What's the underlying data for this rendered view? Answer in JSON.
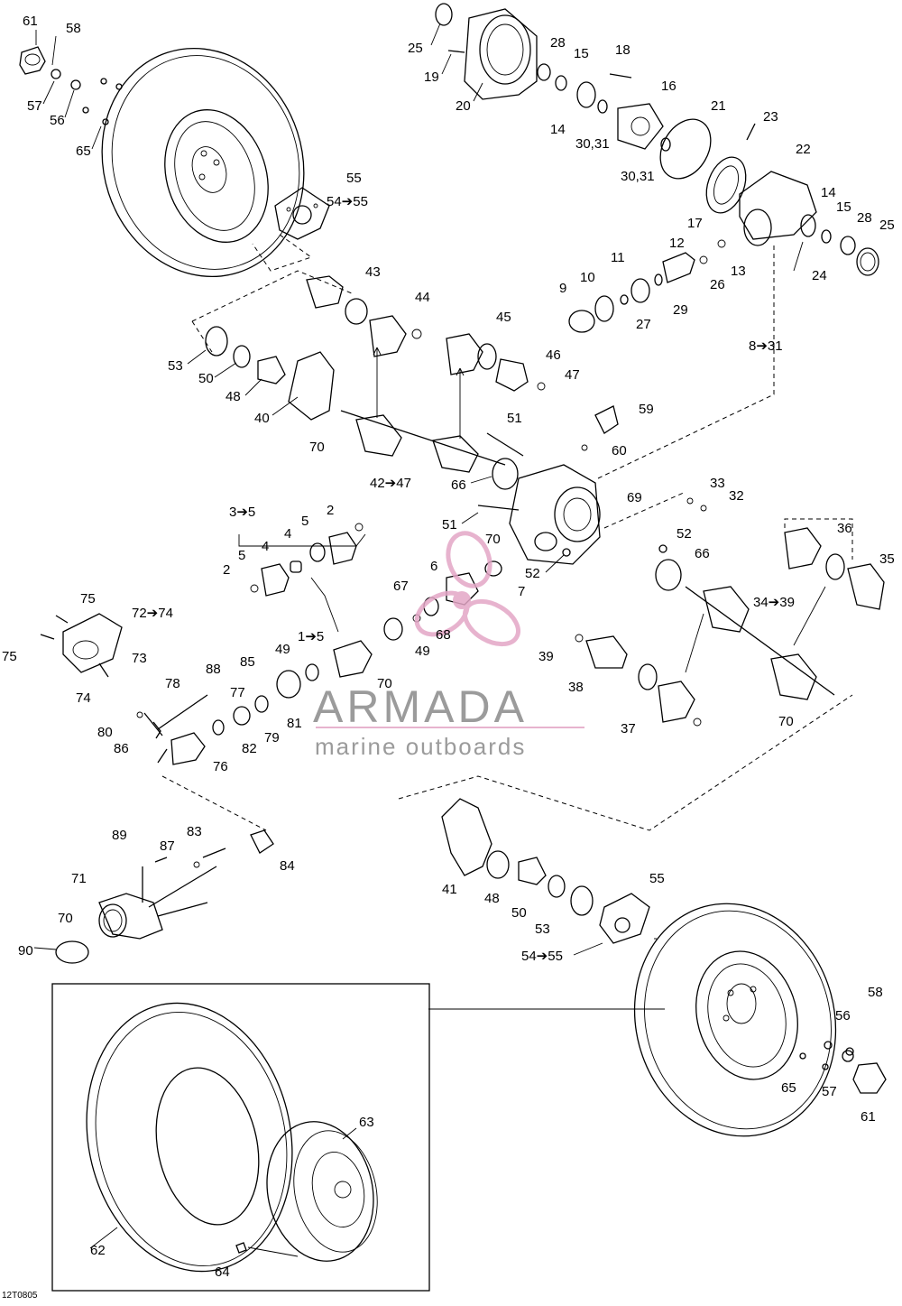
{
  "diagram": {
    "code": "12T0805",
    "watermark": {
      "brand": "ARMADA",
      "tagline": "marine outboards",
      "logo": "propeller-logo",
      "logo_color": "#e3a6c6",
      "text_color": "#8a8a8a"
    },
    "labels": {
      "l61a": "61",
      "l58a": "58",
      "l57a": "57",
      "l56a": "56",
      "l65a": "65",
      "l55a": "55",
      "l54a": "54➔55",
      "l25a": "25",
      "l19": "19",
      "l20": "20",
      "l28a": "28",
      "l15a": "15",
      "l14a": "14",
      "l3031a": "30,31",
      "l18": "18",
      "l16": "16",
      "l3031b": "30,31",
      "l21": "21",
      "l17": "17",
      "l23": "23",
      "l22": "22",
      "l14b": "14",
      "l15b": "15",
      "l28b": "28",
      "l25b": "25",
      "l24": "24",
      "l12": "12",
      "l11": "11",
      "l10": "10",
      "l9": "9",
      "l26": "26",
      "l13": "13",
      "l27": "27",
      "l29": "29",
      "l831": "8➔31",
      "l43": "43",
      "l44": "44",
      "l45": "45",
      "l46": "46",
      "l47": "47",
      "l53a": "53",
      "l50a": "50",
      "l48a": "48",
      "l40": "40",
      "l70a": "70",
      "l4247": "42➔47",
      "l51a": "51",
      "l59": "59",
      "l60": "60",
      "l66a": "66",
      "l69": "69",
      "l33": "33",
      "l32": "32",
      "l51b": "51",
      "l52a": "52",
      "l66b": "66",
      "l52b": "52",
      "l36": "36",
      "l35": "35",
      "l3439": "34➔39",
      "l35b": "3➔5",
      "l2a": "2",
      "l5a": "5",
      "l4a": "4",
      "l4b": "4",
      "l5b": "5",
      "l2b": "2",
      "l6": "6",
      "l70b": "70",
      "l7": "7",
      "l67": "67",
      "l68": "68",
      "l15c": "1➔5",
      "l49a": "49",
      "l49b": "49",
      "l70c": "70",
      "l39": "39",
      "l38": "38",
      "l37": "37",
      "l70d": "70",
      "l75a": "75",
      "l7274": "72➔74",
      "l75b": "75",
      "l73": "73",
      "l74": "74",
      "l88": "88",
      "l78": "78",
      "l77": "77",
      "l85": "85",
      "l81": "81",
      "l80": "80",
      "l86": "86",
      "l79": "79",
      "l82": "82",
      "l76": "76",
      "l89": "89",
      "l87": "87",
      "l83": "83",
      "l84": "84",
      "l71": "71",
      "l70e": "70",
      "l90": "90",
      "l41": "41",
      "l48b": "48",
      "l50b": "50",
      "l53b": "53",
      "l55b": "55",
      "l54b": "54➔55",
      "l56b": "56",
      "l58b": "58",
      "l65b": "65",
      "l57b": "57",
      "l61b": "61",
      "l63": "63",
      "l62": "62",
      "l64": "64"
    }
  }
}
